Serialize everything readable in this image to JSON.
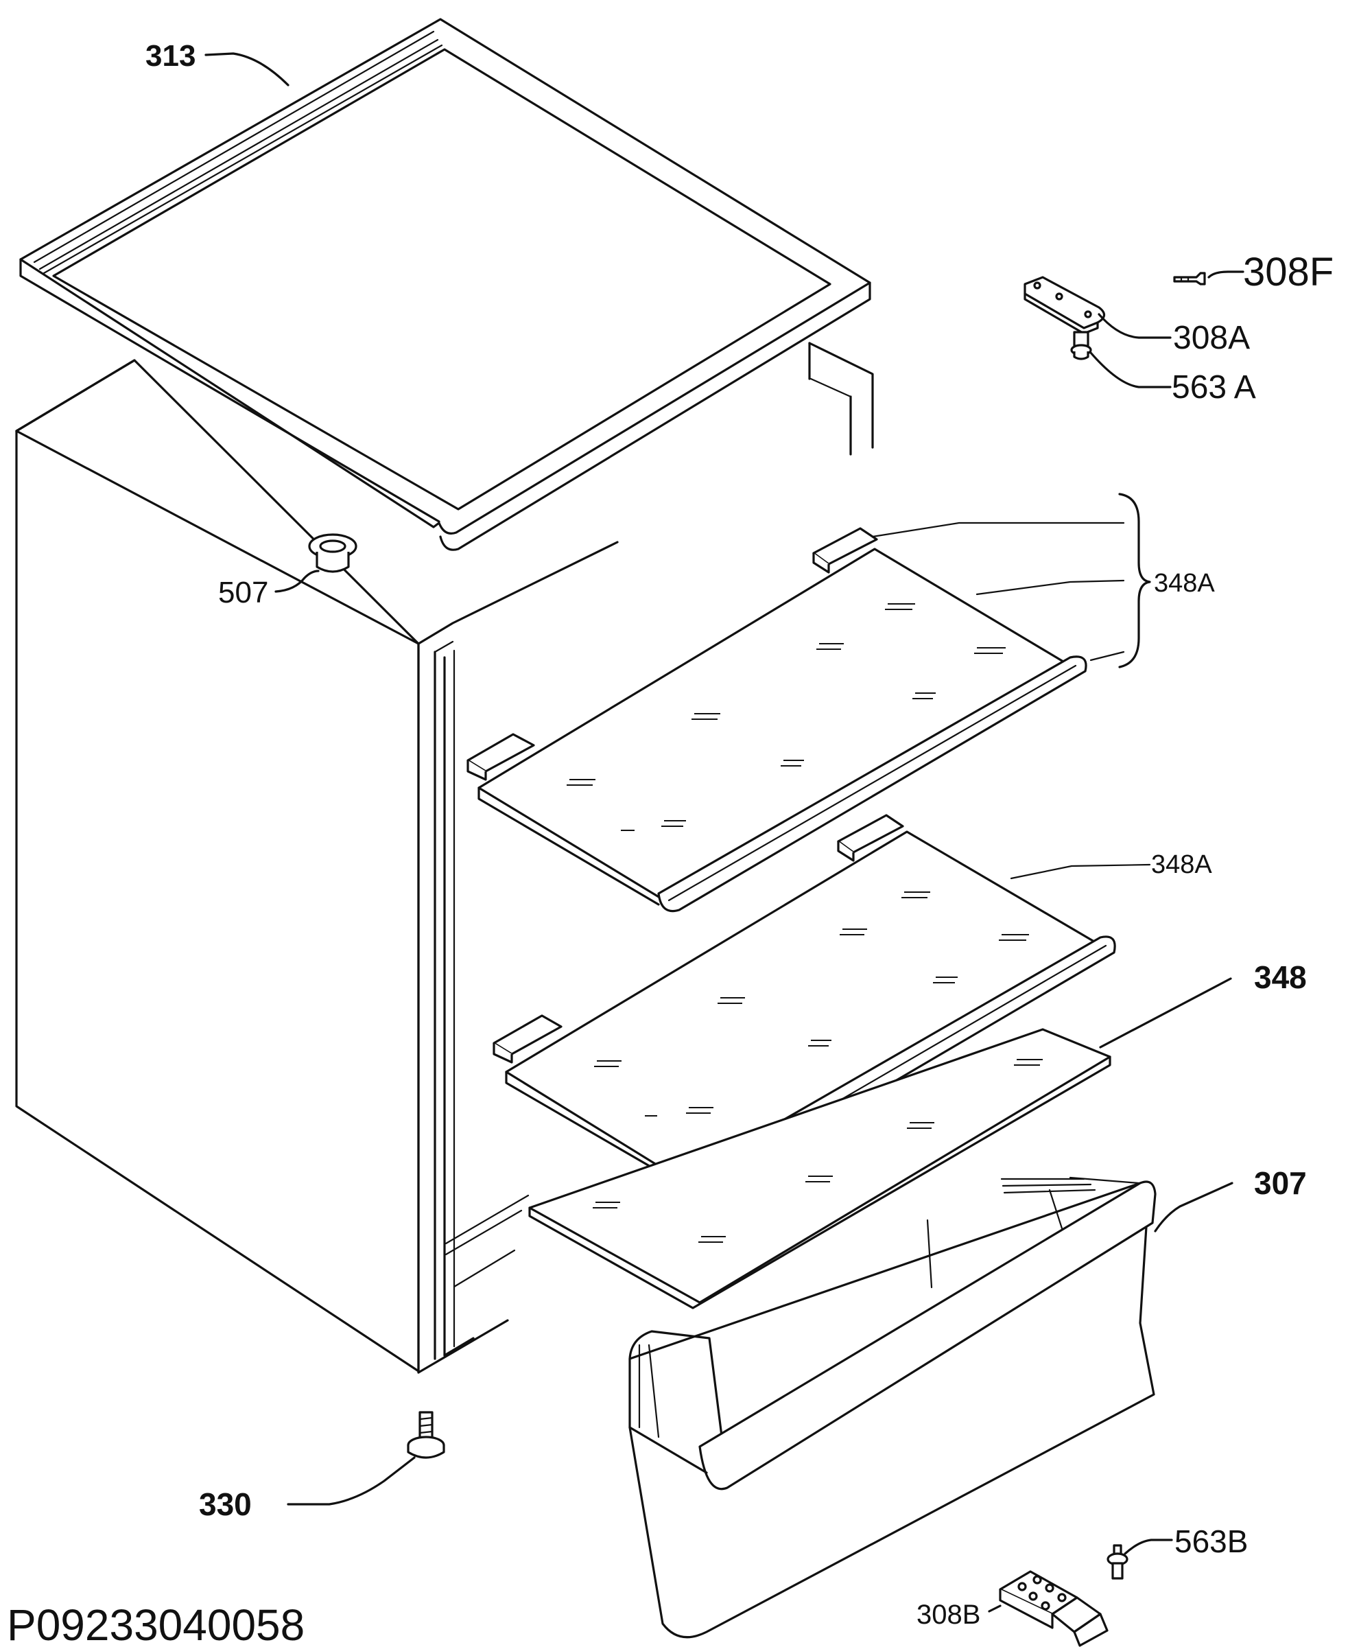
{
  "drawing_code": "P09233040058",
  "callouts": {
    "c313": "313",
    "c308f": "308F",
    "c308a": "308A",
    "c563a": "563 A",
    "c507": "507",
    "c348a_upper": "348A",
    "c348a_lower": "348A",
    "c348": "348",
    "c307": "307",
    "c330": "330",
    "c563b": "563B",
    "c308b": "308B"
  }
}
